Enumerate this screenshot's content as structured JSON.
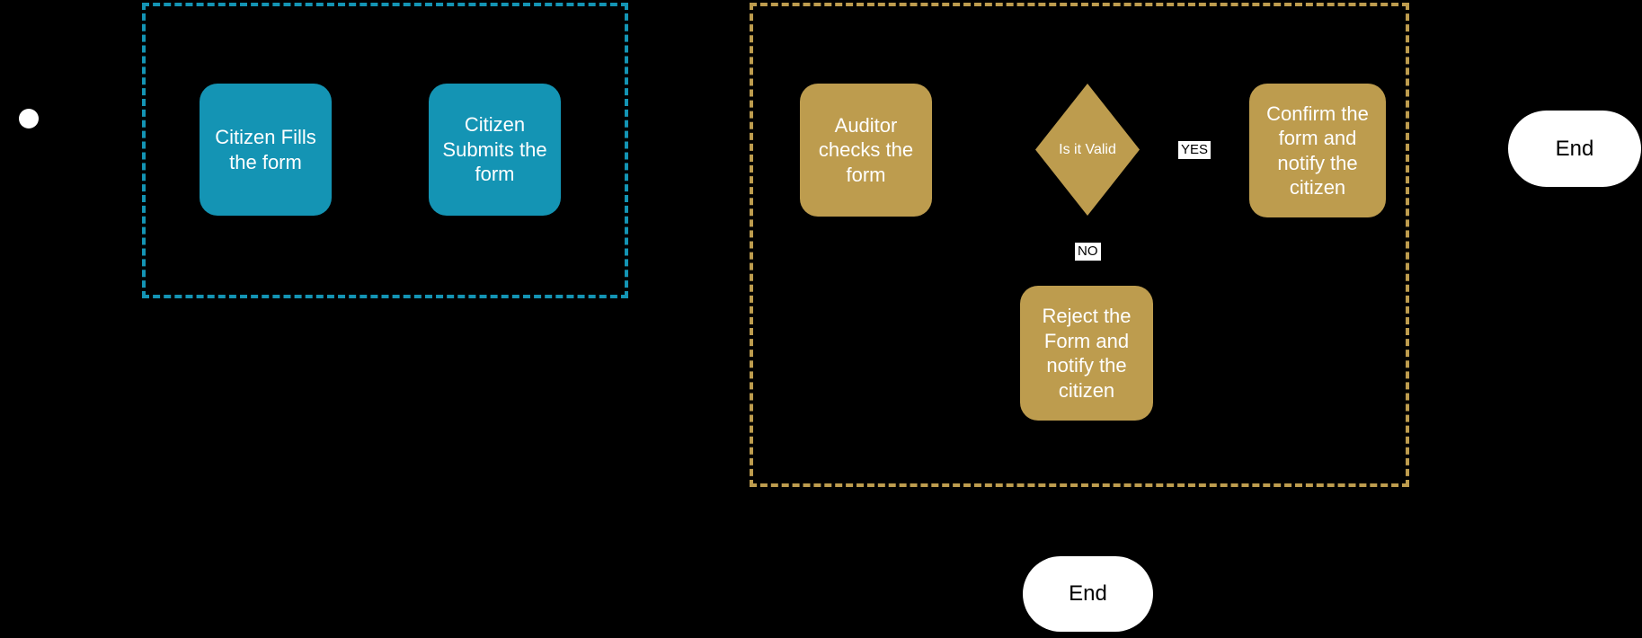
{
  "canvas": {
    "background": "#000000"
  },
  "colors": {
    "citizen_accent": "#1494B4",
    "auditor_accent": "#BD9C4E",
    "task_text": "#FFFFFF",
    "terminal_fill": "#FFFFFF",
    "terminal_text": "#000000",
    "edge_label_fill": "#FFFFFF",
    "edge_label_text": "#000000"
  },
  "nodes": {
    "start": {
      "type": "start-event"
    },
    "task_fill": {
      "label": "Citizen Fills the form"
    },
    "task_submit": {
      "label": "Citizen Submits the form"
    },
    "task_check": {
      "label": "Auditor checks the form"
    },
    "decision_valid": {
      "label": "Is it Valid"
    },
    "task_confirm": {
      "label": "Confirm the form and notify the citizen"
    },
    "task_reject": {
      "label": "Reject the Form and notify the citizen"
    },
    "end_main": {
      "label": "End"
    },
    "end_reject": {
      "label": "End"
    }
  },
  "edge_labels": {
    "yes": "YES",
    "no": "NO"
  }
}
